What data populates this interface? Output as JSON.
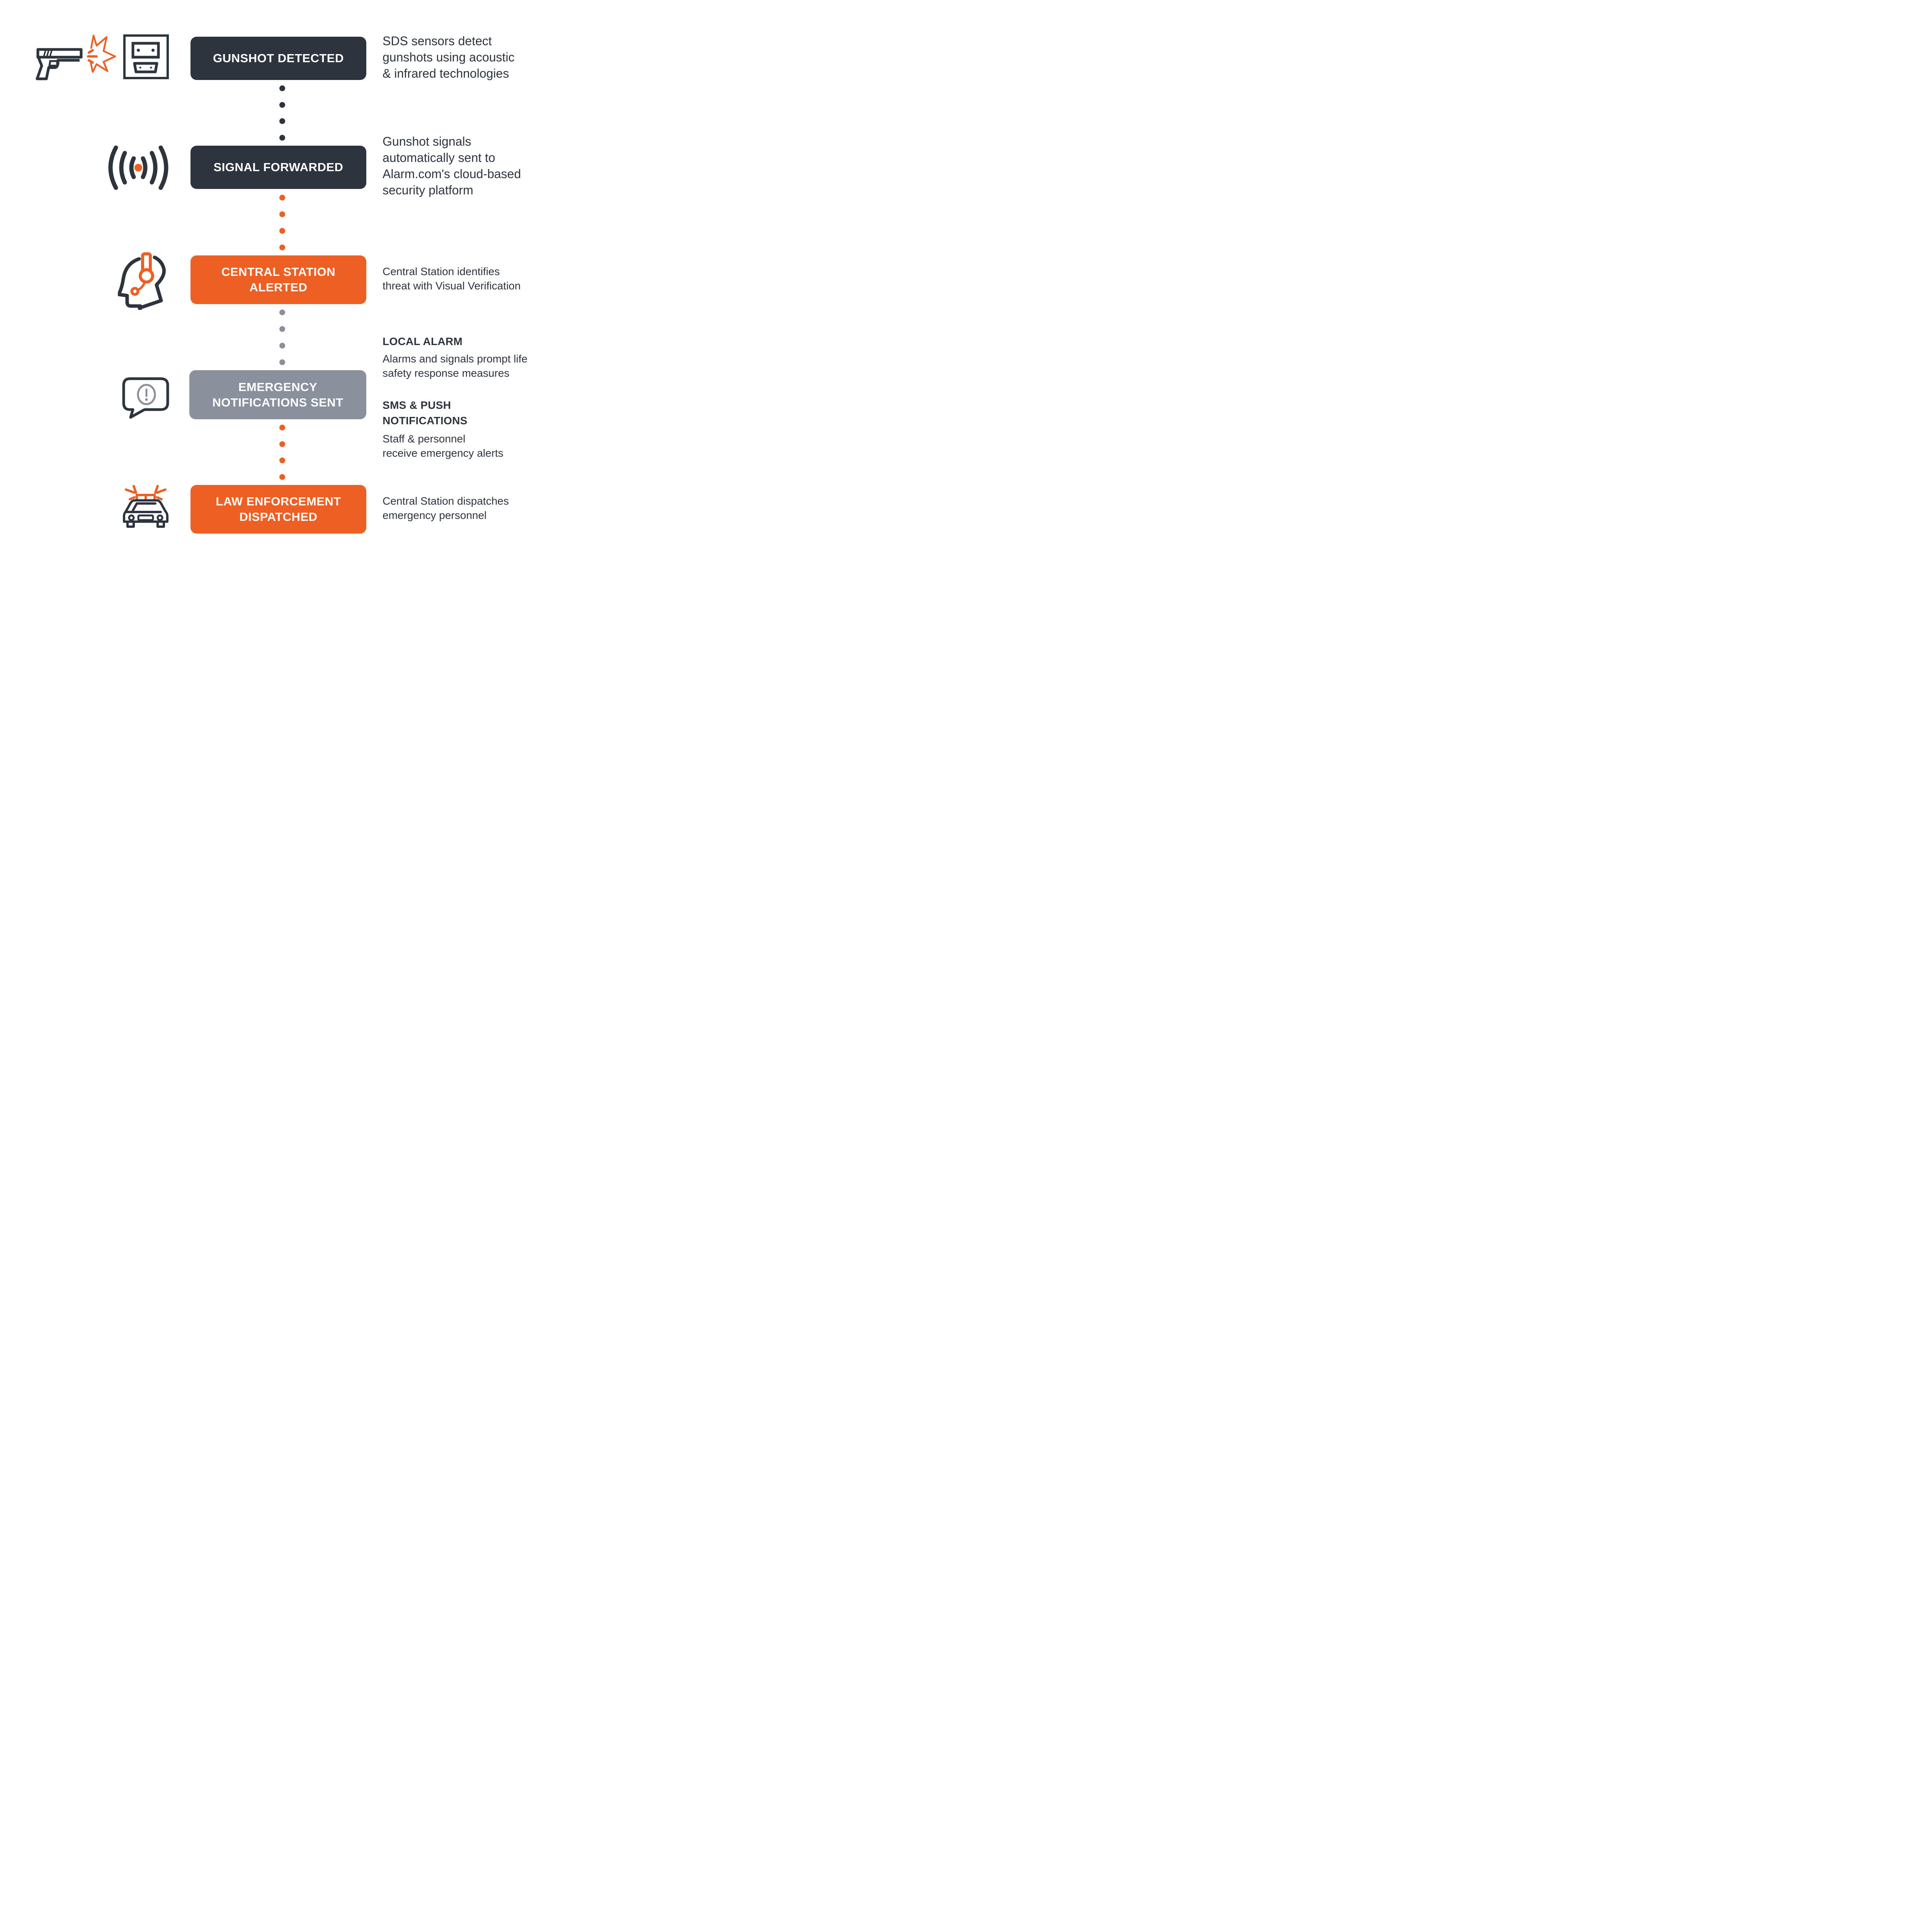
{
  "colors": {
    "dark": "#2e343e",
    "orange": "#ee5f23",
    "grey": "#8b909d",
    "background": "#ffffff"
  },
  "steps": [
    {
      "icon": "gun-sensor-icon",
      "title_lines": [
        "GUNSHOT DETECTED"
      ],
      "description_lines": [
        "SDS sensors detect",
        "gunshots using acoustic",
        "& infrared technologies"
      ]
    },
    {
      "icon": "signal-broadcast-icon",
      "title_lines": [
        "SIGNAL FORWARDED"
      ],
      "description_lines": [
        "Gunshot signals",
        "automatically sent to",
        "Alarm.com's cloud-based",
        "security platform"
      ]
    },
    {
      "icon": "operator-headset-icon",
      "title_lines": [
        "CENTRAL STATION",
        "ALERTED"
      ],
      "description_lines": [
        "Central Station identifies",
        "threat with Visual Verification"
      ]
    },
    {
      "icon": "alert-message-icon",
      "title_lines": [
        "EMERGENCY",
        "NOTIFICATIONS SENT"
      ],
      "sections": [
        {
          "heading_lines": [
            "LOCAL ALARM"
          ],
          "description_lines": [
            "Alarms and signals prompt life",
            "safety response measures"
          ]
        },
        {
          "heading_lines": [
            "SMS & PUSH",
            "NOTIFICATIONS"
          ],
          "description_lines": [
            "Staff & personnel",
            "receive emergency alerts"
          ]
        }
      ]
    },
    {
      "icon": "police-car-icon",
      "title_lines": [
        "LAW ENFORCEMENT",
        "DISPATCHED"
      ],
      "description_lines": [
        "Central Station dispatches",
        "emergency personnel"
      ]
    }
  ],
  "connectors": [
    {
      "color": "dark",
      "dots": 4
    },
    {
      "color": "orange",
      "dots": 4
    },
    {
      "color": "grey",
      "dots": 4
    },
    {
      "color": "orange",
      "dots": 4
    }
  ]
}
